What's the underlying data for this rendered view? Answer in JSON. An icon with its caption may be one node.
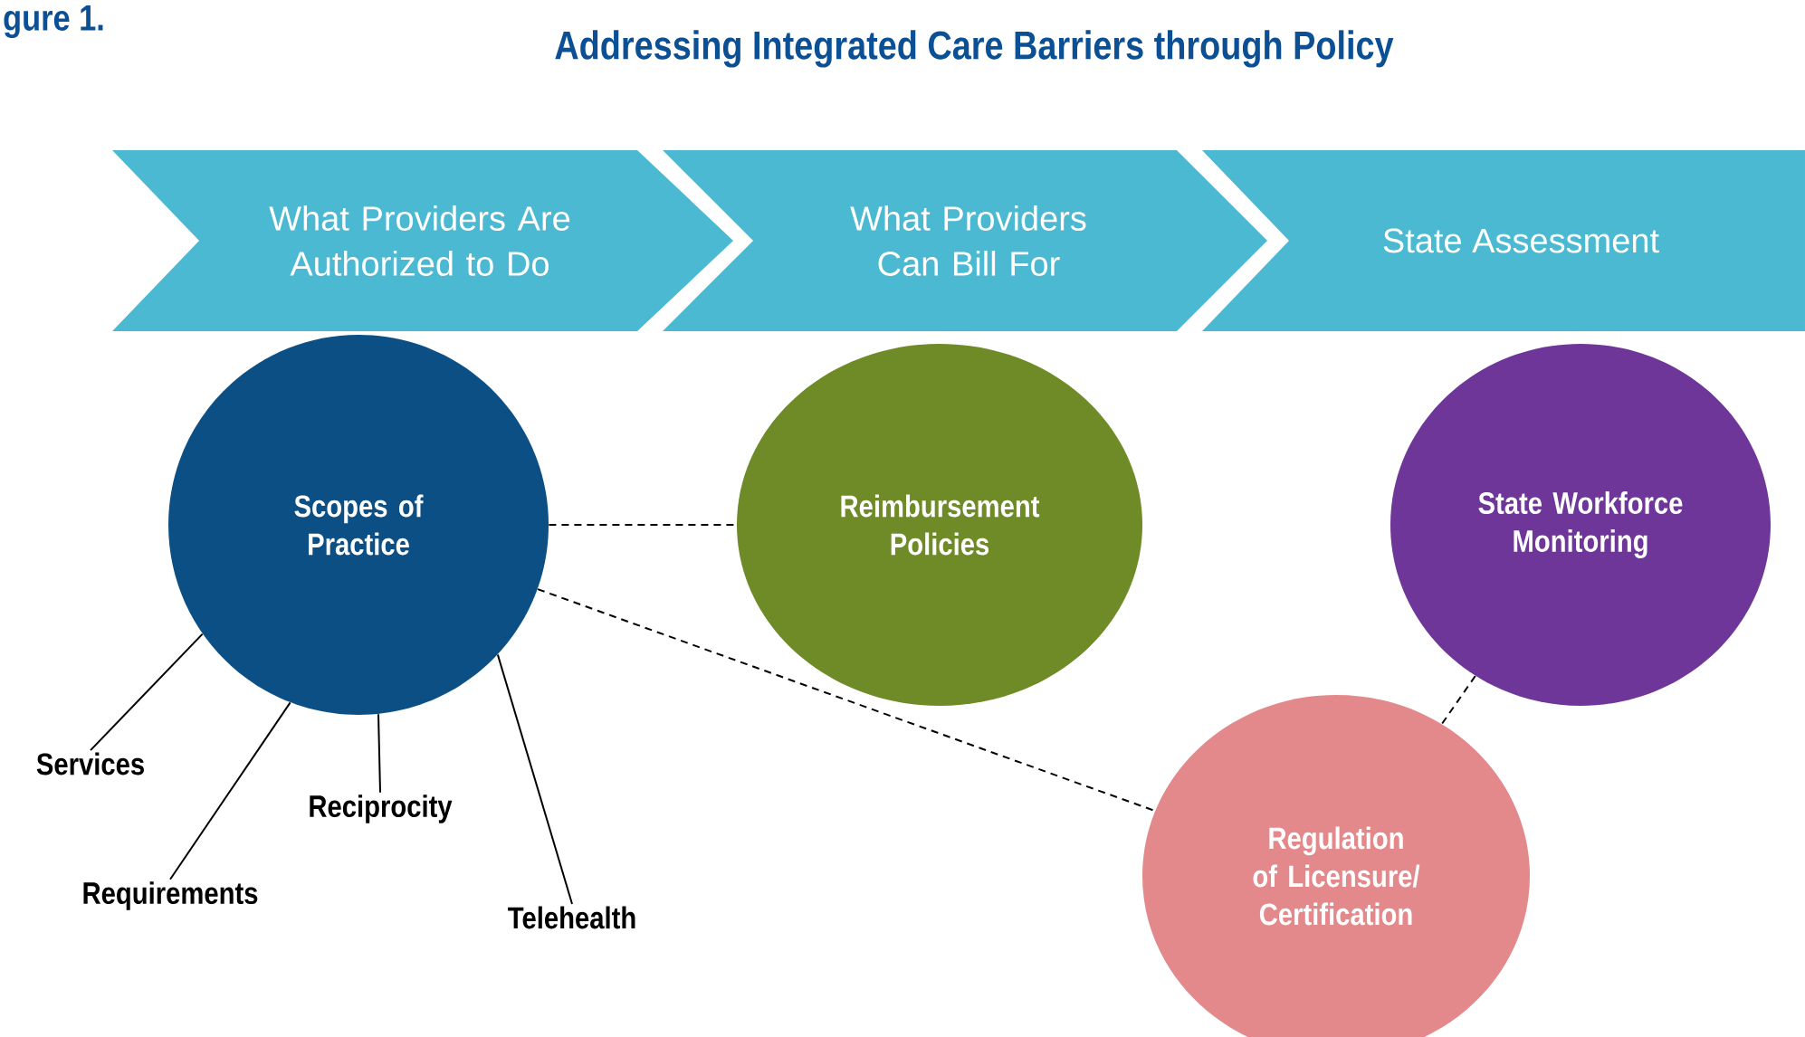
{
  "diagram": {
    "title": "Addressing Integrated Care Barriers through Policy",
    "nodes": [
      {
        "text": [
          "What Providers Are Authorized to Do"
        ]
      },
      {
        "text": [
          "What Providers Can Bill For"
        ]
      },
      {
        "text": [
          "State Assessment"
        ]
      },
      {
        "text": [
          "Scopes of Practice"
        ]
      },
      {
        "text": [
          "Reimbursement Policies"
        ]
      },
      {
        "text": [
          "State Workforce Monitoring"
        ]
      },
      {
        "text": [
          "Regulation of Licensure/ Certification"
        ]
      },
      {
        "text": [
          "Services"
        ]
      },
      {
        "text": [
          "Requirements"
        ]
      },
      {
        "text": [
          "Reciprocity"
        ]
      },
      {
        "text": [
          "Telehealth"
        ]
      }
    ],
    "edges": [
      {
        "from": 3,
        "to": 4,
        "arrow": "none",
        "style": "dashed"
      },
      {
        "from": 3,
        "to": 6,
        "arrow": "none",
        "style": "dashed"
      },
      {
        "from": 5,
        "to": 6,
        "arrow": "none",
        "style": "dashed"
      },
      {
        "from": 7,
        "to": 3,
        "arrow": "none"
      },
      {
        "from": 8,
        "to": 3,
        "arrow": "none"
      },
      {
        "from": 9,
        "to": 3,
        "arrow": "none"
      },
      {
        "from": 10,
        "to": 3,
        "arrow": "none"
      }
    ],
    "labels": [
      "gure 1."
    ]
  }
}
